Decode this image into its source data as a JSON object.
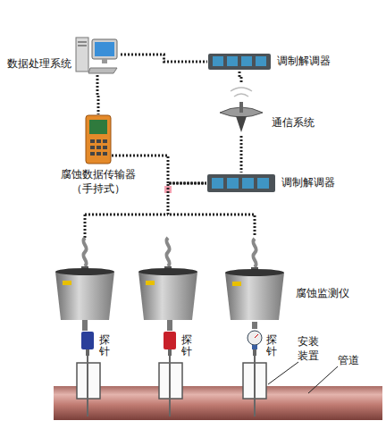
{
  "diagram": {
    "nodes": [
      {
        "text": [
          "数据处理系统"
        ]
      },
      {
        "text": [
          "调制解调器"
        ]
      },
      {
        "text": [
          "通信系统"
        ]
      },
      {
        "text": [
          "腐蚀数据传输器 （手持式）"
        ]
      },
      {
        "text": [
          "调制解调器"
        ]
      },
      {
        "text": [
          "腐蚀监测仪"
        ]
      },
      {
        "text": [
          "探针"
        ]
      },
      {
        "text": [
          "探针"
        ]
      },
      {
        "text": [
          "探针"
        ]
      }
    ],
    "edges": [
      {
        "from": 0,
        "to": 1,
        "arrow": "none"
      },
      {
        "from": 1,
        "to": 2,
        "arrow": "none"
      },
      {
        "from": 2,
        "to": 4,
        "arrow": "none"
      },
      {
        "from": 0,
        "to": 3,
        "arrow": "none"
      },
      {
        "from": 3,
        "to": 4,
        "arrow": "none"
      },
      {
        "from": 4,
        "to": 5,
        "arrow": "none"
      },
      {
        "from": 5,
        "to": 8,
        "arrow": "none"
      }
    ],
    "labels": [
      "安装装置",
      "管道"
    ]
  }
}
